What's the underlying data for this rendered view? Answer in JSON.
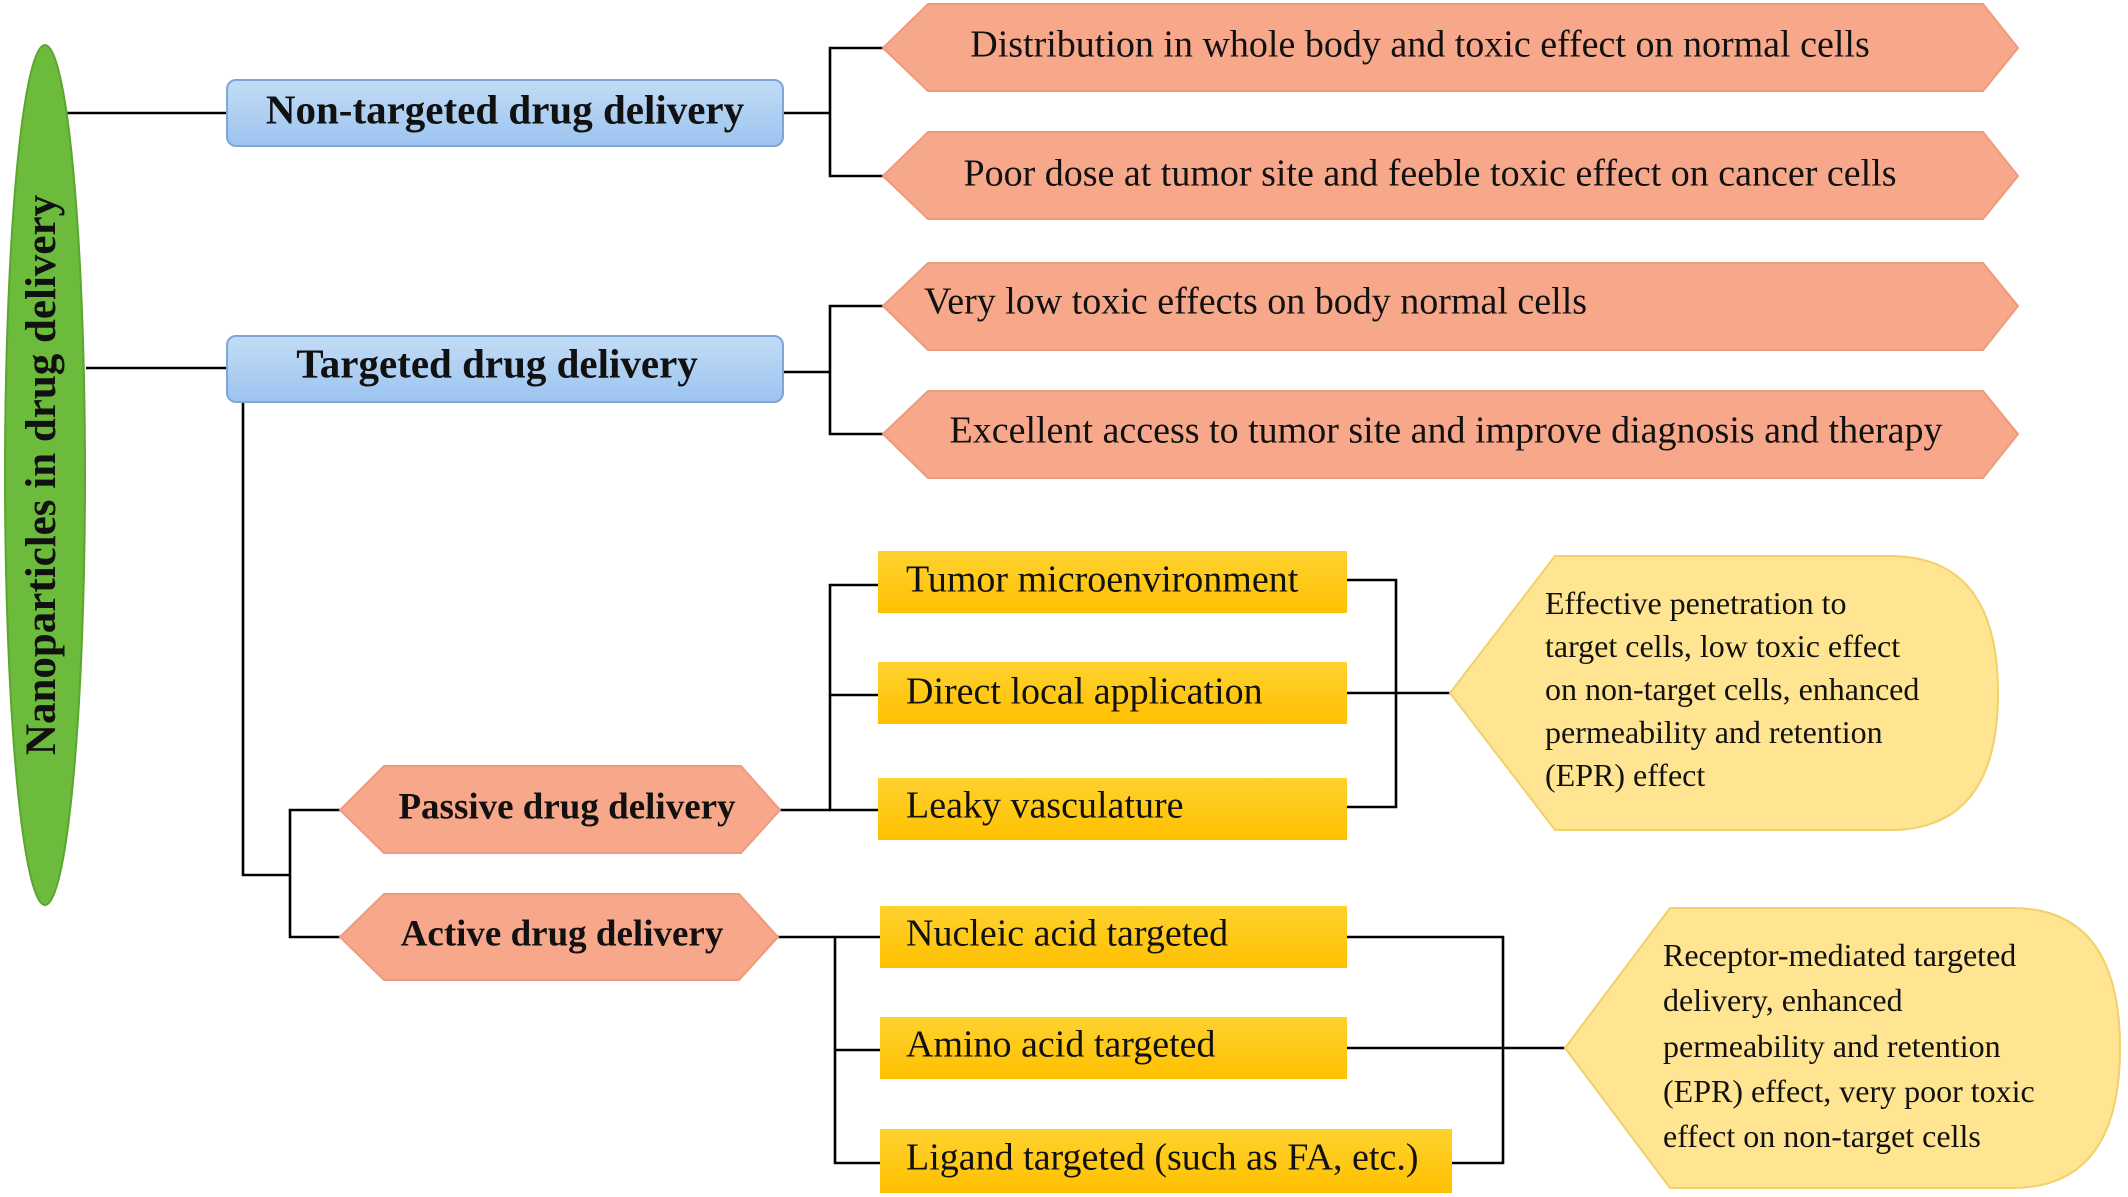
{
  "root": {
    "label": "Nanoparticles in drug delivery"
  },
  "non_targeted": {
    "label": "Non-targeted drug delivery",
    "effects": [
      "Distribution in whole body and toxic effect on normal cells",
      "Poor dose at tumor site and feeble toxic effect on cancer cells"
    ]
  },
  "targeted": {
    "label": "Targeted drug delivery",
    "effects": [
      "Very low toxic effects on body normal cells",
      "Excellent access to tumor site and improve diagnosis and therapy"
    ]
  },
  "passive": {
    "label": "Passive drug delivery",
    "methods": [
      "Tumor microenvironment",
      "Direct local application",
      "Leaky vasculature"
    ],
    "outcome_lines": [
      "Effective penetration to",
      "target cells, low toxic effect",
      "on non-target cells, enhanced",
      "permeability and retention",
      "(EPR) effect"
    ]
  },
  "active": {
    "label": "Active drug delivery",
    "methods": [
      "Nucleic acid targeted",
      "Amino acid targeted",
      "Ligand targeted (such as FA, etc.)"
    ],
    "outcome_lines": [
      "Receptor-mediated targeted",
      "delivery, enhanced",
      "permeability and retention",
      "(EPR) effect, very poor toxic",
      "effect on non-target cells"
    ]
  },
  "colors": {
    "root_fill": "#6cbb3c",
    "category_fill": "#a9cdf2",
    "category_stroke": "#7fa6d4",
    "effect_fill": "#f7a88b",
    "effect_stroke": "#ee9b7d",
    "method_fill": "#ffc916",
    "outcome_fill": "#ffe591",
    "outcome_stroke": "#f2d16b",
    "line": "#000000"
  }
}
